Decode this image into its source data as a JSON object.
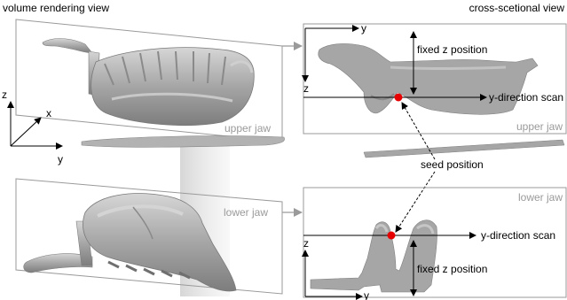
{
  "titles": {
    "left": "volume rendering view",
    "right": "cross-scetional view"
  },
  "jaw_labels": {
    "upper_left": "upper jaw",
    "lower_left": "lower jaw",
    "upper_right": "upper jaw",
    "lower_right": "lower jaw"
  },
  "axes_left": {
    "z": "z",
    "x": "x",
    "y": "y"
  },
  "axes_upper_right": {
    "y": "y",
    "z": "z"
  },
  "axes_lower_right": {
    "z": "z",
    "y": "y"
  },
  "annotations": {
    "fixed_z_upper": "fixed z position",
    "fixed_z_lower": "fixed z position",
    "y_scan_upper": "y-direction scan",
    "y_scan_lower": "y-direction scan",
    "seed": "seed position"
  },
  "colors": {
    "seed_dot": "#e60000",
    "frame": "#8c8c8c",
    "bone": "#a9a9a9"
  }
}
